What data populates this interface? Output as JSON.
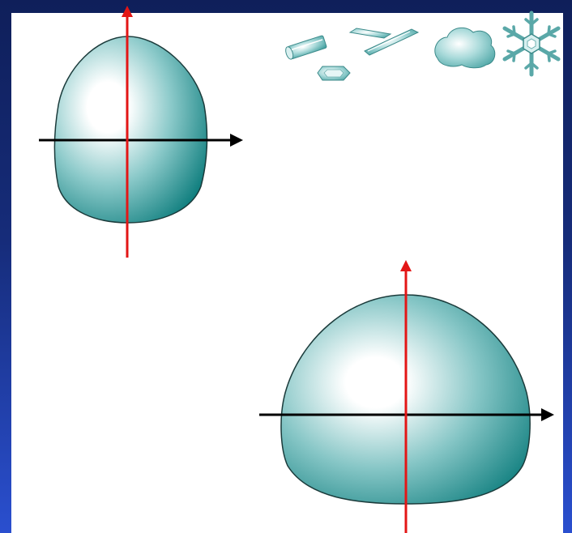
{
  "slide": {
    "background_colors": [
      "#0f1f5a",
      "#2a4fcf"
    ],
    "panel_color": "#ffffff"
  },
  "diagram": {
    "shape_colors": {
      "highlight": "#ffffff",
      "mid": "#7fc3c3",
      "edge": "#0d7d7d",
      "outline": "#1b3b3b"
    },
    "axis_colors": {
      "vertical": "#e31616",
      "horizontal": "#000000"
    },
    "figures": [
      {
        "name": "small-drop",
        "description_icon": "oval-drop"
      },
      {
        "name": "large-drop",
        "description_icon": "dome-drop"
      }
    ],
    "ice_icons": [
      "hexagonal-column-crystal-icon",
      "needle-crystal-icon",
      "hexagonal-plate-crystal-icon",
      "cloud-icon",
      "snowflake-icon"
    ]
  }
}
